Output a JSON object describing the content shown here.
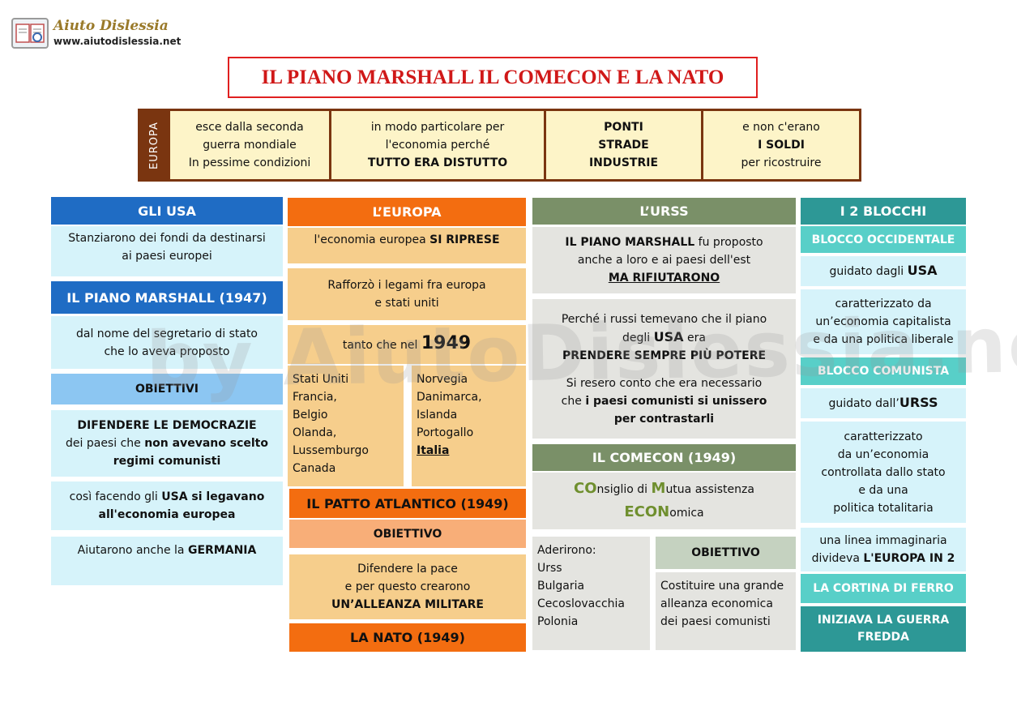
{
  "logo": {
    "title": "Aiuto Dislessia",
    "url": "www.aiutodislessia.net"
  },
  "title": "IL PIANO MARSHALL  IL COMECON E LA NATO",
  "watermark": "by AiutoDislessia.net",
  "europe": {
    "label": "EUROPA",
    "cells": [
      {
        "l1": "esce dalla seconda",
        "l2": "guerra mondiale",
        "l3": "In pessime condizioni"
      },
      {
        "l1": "in modo particolare per",
        "l2": "l'economia perché",
        "l3": "TUTTO ERA DISTUTTO"
      },
      {
        "l1": "PONTI",
        "l2": "STRADE",
        "l3": "INDUSTRIE"
      },
      {
        "l1": "e non c'erano",
        "l2": "I SOLDI",
        "l3": "per ricostruire"
      }
    ]
  },
  "usa": {
    "header": "GLI USA",
    "funds_l1": "Stanziarono dei fondi da destinarsi",
    "funds_l2": "ai paesi europei",
    "marshall_header": "IL PIANO  MARSHALL   (1947)",
    "name_l1": "dal nome del segretario di stato",
    "name_l2": "che lo aveva proposto",
    "objectives_header": "OBIETTIVI",
    "defend_l1": "DIFENDERE LE DEMOCRAZIE",
    "defend_l2a": "dei paesi che ",
    "defend_l2b": "non avevano scelto",
    "defend_l3": "regimi comunisti",
    "link_l1a": "così facendo gli ",
    "link_l1b": "USA si legavano",
    "link_l2": "all'economia  europea",
    "germany_a": "Aiutarono anche la ",
    "germany_b": "GERMANIA"
  },
  "europe_col": {
    "header": "L’EUROPA",
    "recovered_a": "l'economia europea ",
    "recovered_b": "SI RIPRESE",
    "ties_l1": "Rafforzò i legami fra  europa",
    "ties_l2": "e stati uniti",
    "year_a": "tanto che nel ",
    "year_b": "1949",
    "countries_left": [
      "Stati Uniti",
      "Francia,",
      "Belgio",
      "Olanda,",
      "Lussemburgo",
      "Canada"
    ],
    "countries_right": [
      "Norvegia",
      "Danimarca,",
      "Islanda",
      "Portogallo"
    ],
    "italy": "Italia",
    "pact_header": "IL PATTO ATLANTICO  (1949)",
    "objective_header": "OBIETTIVO",
    "peace_l1": "Difendere la pace",
    "peace_l2": "e per questo crearono",
    "peace_l3": "UN’ALLEANZA MILITARE",
    "nato": "LA NATO (1949)"
  },
  "urss": {
    "header": "L’URSS",
    "proposed_a": "IL PIANO MARSHALL",
    "proposed_b": " fu proposto",
    "proposed_l2": "anche a loro e ai paesi dell'est",
    "refused": "MA RIFIUTARONO",
    "fear_l1": "Perché i russi temevano che il piano",
    "fear_l2a": "degli ",
    "fear_l2b": "USA",
    "fear_l2c": " era",
    "fear_l3": "PRENDERE SEMPRE PIÙ POTERE",
    "realized_l1": "Si resero conto che era necessario",
    "realized_l2a": "che ",
    "realized_l2b": "i paesi comunisti si unissero",
    "realized_l3": "per contrastarli",
    "comecon_header": "IL COMECON (1949)",
    "co1": "CO",
    "co1_rest": "nsiglio di ",
    "co2": "M",
    "co2_rest": "utua assistenza",
    "co3": "ECON",
    "co3_rest": "omica",
    "joined_label": "Aderirono:",
    "joined": [
      "Urss",
      "Bulgaria",
      "Cecoslovacchia",
      "Polonia"
    ],
    "objective_header": "OBIETTIVO",
    "objective_l1": "Costituire una grande",
    "objective_l2": "alleanza economica",
    "objective_l3": "dei  paesi comunisti"
  },
  "blocks": {
    "header": "I 2 BLOCCHI",
    "west_header": "BLOCCO OCCIDENTALE",
    "west_led_a": "guidato dagli ",
    "west_led_b": "USA",
    "west_char_l1": "caratterizzato da",
    "west_char_l2": "un’economia capitalista",
    "west_char_l3": "e da una politica liberale",
    "east_header": "BLOCCO COMUNISTA",
    "east_led_a": "guidato dall’",
    "east_led_b": "URSS",
    "east_char_l1": "caratterizzato",
    "east_char_l2": "da un’economia",
    "east_char_l3": "controllata dallo stato",
    "east_char_l4": "e da una",
    "east_char_l5": "politica totalitaria",
    "line_l1": "una linea immaginaria",
    "line_l2a": "divideva ",
    "line_l2b": "L'EUROPA IN 2",
    "curtain": "LA CORTINA DI FERRO",
    "cold_war_l1": "INIZIAVA LA GUERRA",
    "cold_war_l2": "FREDDA"
  },
  "colors": {
    "title_red": "#d01818",
    "usa_blue": "#1f6cc4",
    "europe_orange": "#f36d10",
    "urss_green": "#7a9068",
    "blocks_teal": "#2d9896",
    "europe_brown": "#7a3510"
  }
}
